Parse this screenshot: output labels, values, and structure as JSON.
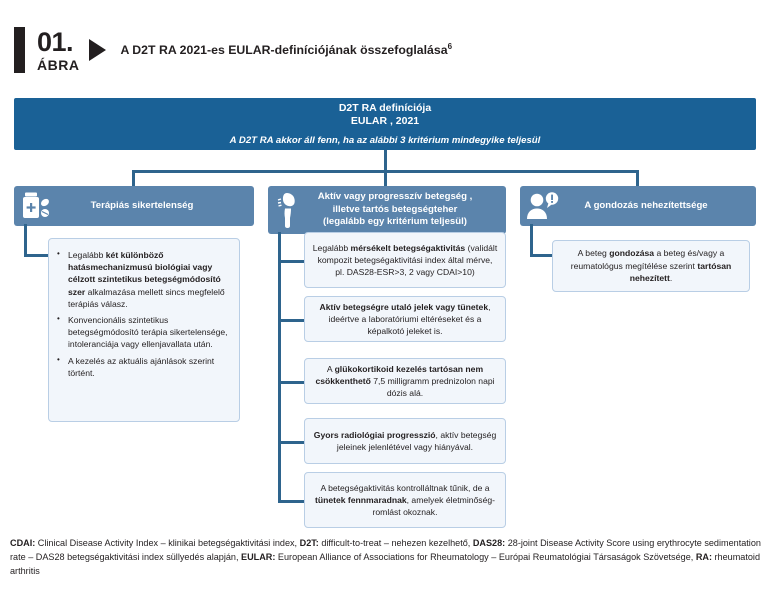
{
  "figure": {
    "number": "01.",
    "word": "ÁBRA",
    "title": "A D2T RA 2021-es EULAR-definíciójának összefoglalása",
    "title_superscript": "6"
  },
  "header": {
    "line1": "D2T RA definíciója",
    "line2": "EULAR , 2021",
    "line3": "A D2T RA akkor áll fenn, ha az alábbi 3 kritérium mindegyike teljesül"
  },
  "columns": {
    "left": {
      "header": "Terápiás sikertelenség",
      "icon": "medicine-bottle-pills-icon",
      "bullets": [
        {
          "parts": [
            {
              "text": "Legalább ",
              "bold": false
            },
            {
              "text": "két különböző hatásmechanizmusú biológiai vagy célzott szintetikus betegségmódosító szer",
              "bold": true
            },
            {
              "text": " alkalmazása mellett sincs megfelelő terápiás válasz.",
              "bold": false
            }
          ]
        },
        {
          "parts": [
            {
              "text": "Konvencionális szintetikus betegségmódosító terápia sikertelensége, intoleranciája vagy ellenjavallata után.",
              "bold": false
            }
          ]
        },
        {
          "parts": [
            {
              "text": "A kezelés az aktuális ajánlások szerint történt.",
              "bold": false
            }
          ]
        }
      ]
    },
    "middle": {
      "header_line1": "Aktív vagy progresszív betegség ,",
      "header_line2": "illetve tartós betegségteher",
      "header_line3": "(legalább egy kritérium teljesül)",
      "icon": "knee-joint-icon",
      "boxes": [
        {
          "parts": [
            {
              "text": "Legalább ",
              "bold": false
            },
            {
              "text": "mérsékelt betegségaktivitás",
              "bold": true
            },
            {
              "text": " (validált kompozit betegségaktivitási index által mérve, pl. DAS28-ESR>3, 2 vagy CDAI>10)",
              "bold": false
            }
          ]
        },
        {
          "parts": [
            {
              "text": "Aktív betegségre utaló jelek vagy tünetek",
              "bold": true
            },
            {
              "text": ", ideértve a laboratóriumi eltéréseket és a képalkotó jeleket is.",
              "bold": false
            }
          ]
        },
        {
          "parts": [
            {
              "text": "A ",
              "bold": false
            },
            {
              "text": "glükokortikoid kezelés tartósan nem csökkenthető",
              "bold": true
            },
            {
              "text": " 7,5 milligramm prednizolon napi dózis alá.",
              "bold": false
            }
          ]
        },
        {
          "parts": [
            {
              "text": "Gyors radiológiai progresszió",
              "bold": true
            },
            {
              "text": ", aktív betegség jeleinek jelenlétével vagy hiányával.",
              "bold": false
            }
          ]
        },
        {
          "parts": [
            {
              "text": "A betegségaktivitás kontrolláltnak tűnik, de a ",
              "bold": false
            },
            {
              "text": "tünetek fennmaradnak",
              "bold": true
            },
            {
              "text": ", amelyek életminőség-romlást okoznak.",
              "bold": false
            }
          ]
        }
      ]
    },
    "right": {
      "header": "A gondozás nehezítettsége",
      "icon": "person-alert-icon",
      "box": {
        "parts": [
          {
            "text": "A beteg ",
            "bold": false
          },
          {
            "text": "gondozása",
            "bold": true
          },
          {
            "text": " a beteg és/vagy a reumatológus megítélése szerint ",
            "bold": false
          },
          {
            "text": "tartósan nehezített",
            "bold": true
          },
          {
            "text": ".",
            "bold": false
          }
        ]
      }
    }
  },
  "footnote": {
    "parts": [
      {
        "text": "CDAI:",
        "bold": true
      },
      {
        "text": " Clinical Disease Activity Index – klinikai betegségaktivitási index, ",
        "bold": false
      },
      {
        "text": "D2T:",
        "bold": true
      },
      {
        "text": " difficult-to-treat – nehezen kezelhető, ",
        "bold": false
      },
      {
        "text": "DAS28:",
        "bold": true
      },
      {
        "text": " 28-joint Disease Activity Score using erythrocyte sedimentation rate – DAS28 betegségaktivitási index süllyedés alapján, ",
        "bold": false
      },
      {
        "text": "EULAR:",
        "bold": true
      },
      {
        "text": " European Alliance of Associations for Rheumatology – Európai Reumatológiai Társaságok Szövetsége, ",
        "bold": false
      },
      {
        "text": "RA:",
        "bold": true
      },
      {
        "text": " rheumatoid arthritis",
        "bold": false
      }
    ]
  },
  "colors": {
    "header_blue": "#1a6196",
    "column_header_blue": "#5b84ac",
    "connector_blue": "#2e648d",
    "box_fill": "#f2f6fb",
    "box_border": "#b9cee5",
    "black": "#231f20"
  }
}
